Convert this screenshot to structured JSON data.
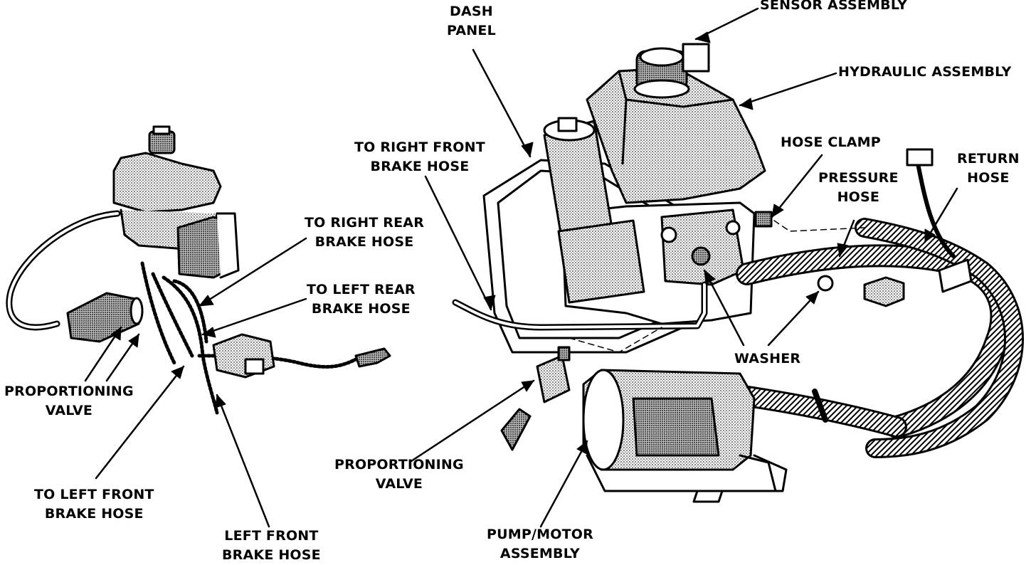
{
  "labels": {
    "dash_panel": [
      "DASH",
      "PANEL"
    ],
    "sensor_assembly": [
      "SENSOR ASSEMBLY"
    ],
    "hydraulic_assembly": [
      "HYDRAULIC ASSEMBLY"
    ],
    "to_right_front_brake_hose": [
      "TO RIGHT FRONT",
      "BRAKE HOSE"
    ],
    "hose_clamp": [
      "HOSE CLAMP"
    ],
    "return_hose": [
      "RETURN",
      "HOSE"
    ],
    "pressure_hose": [
      "PRESSURE",
      "HOSE"
    ],
    "to_right_rear_brake_hose": [
      "TO RIGHT REAR",
      "BRAKE HOSE"
    ],
    "to_left_rear_brake_hose": [
      "TO LEFT REAR",
      "BRAKE HOSE"
    ],
    "washer": [
      "WASHER"
    ],
    "proportioning_valve_left": [
      "PROPORTIONING",
      "VALVE"
    ],
    "proportioning_valve_center": [
      "PROPORTIONING",
      "VALVE"
    ],
    "to_left_front_brake_hose": [
      "TO LEFT FRONT",
      "BRAKE HOSE"
    ],
    "left_front_brake_hose": [
      "LEFT FRONT",
      "BRAKE HOSE"
    ],
    "pump_motor_assembly": [
      "PUMP/MOTOR",
      "ASSEMBLY"
    ]
  },
  "colors": {
    "ink": "#000000",
    "shade": "#c8c8c8",
    "paper": "#ffffff"
  }
}
